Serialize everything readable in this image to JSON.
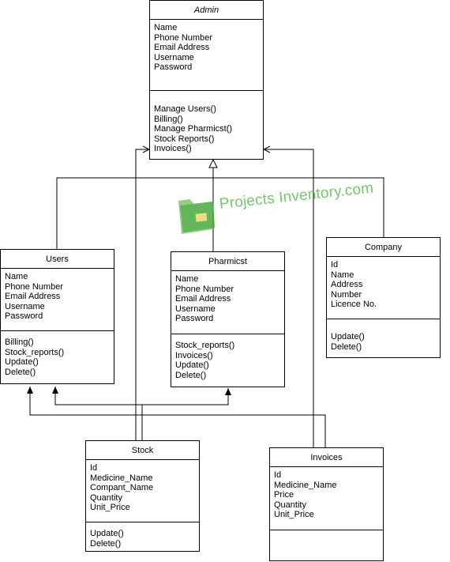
{
  "classes": {
    "admin": {
      "name": "Admin",
      "attributes": [
        "Name",
        "Phone Number",
        "Email Address",
        "Username",
        "Password"
      ],
      "operations": [
        "Manage Users()",
        "Billing()",
        "Manage Pharmicst()",
        "Stock Reports()",
        "Invoices()"
      ]
    },
    "users": {
      "name": "Users",
      "attributes": [
        "Name",
        "Phone Number",
        "Email Address",
        "Username",
        "Password"
      ],
      "operations": [
        "Billing()",
        "Stock_reports()",
        "Update()",
        "Delete()"
      ]
    },
    "pharmicst": {
      "name": "Pharmicst",
      "attributes": [
        "Name",
        "Phone Number",
        "Email Address",
        "Username",
        "Password"
      ],
      "operations": [
        "Stock_reports()",
        "Invoices()",
        "Update()",
        "Delete()"
      ]
    },
    "company": {
      "name": "Company",
      "attributes": [
        "Id",
        "Name",
        "Address",
        "Number",
        "Licence No."
      ],
      "operations": [
        "Update()",
        "Delete()"
      ]
    },
    "stock": {
      "name": "Stock",
      "attributes": [
        "Id",
        "Medicine_Name",
        "Compant_Name",
        "Quantity",
        "Unit_Price"
      ],
      "operations": [
        "Update()",
        "Delete()"
      ]
    },
    "invoices": {
      "name": "Invoices",
      "attributes": [
        "Id",
        "Medicine_Name",
        "Price",
        "Quantity",
        "Unit_Price"
      ],
      "operations": []
    }
  },
  "watermark": {
    "text": "Projects Inventory.com",
    "color": "#55b84b"
  }
}
